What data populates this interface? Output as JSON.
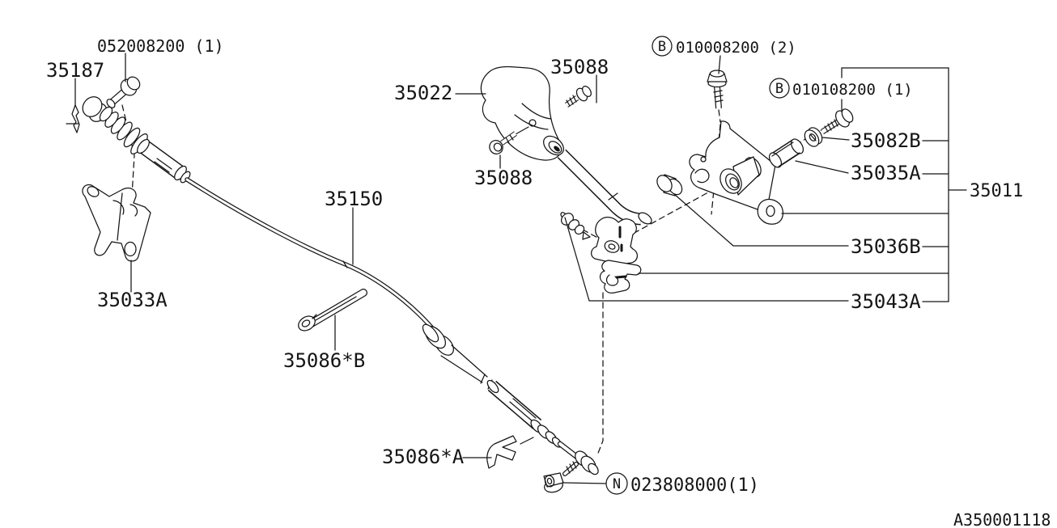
{
  "diagram": {
    "drawing_number": "A350001118",
    "labels": {
      "b052008200": "052008200 (1)",
      "p35187": "35187",
      "p35022": "35022",
      "p35088_top": "35088",
      "p35088_bottom": "35088",
      "p35150": "35150",
      "calloutB1_letter": "B",
      "b010008200": "010008200 (2)",
      "calloutB2_letter": "B",
      "b010108200": "010108200 (1)",
      "p35082B": "35082B",
      "p35035A": "35035A",
      "p35011": "35011",
      "p35036B": "35036B",
      "p35043A": "35043A",
      "p35033A": "35033A",
      "p35086B": "35086*B",
      "p35086A": "35086*A",
      "calloutN_letter": "N",
      "n023808000": "023808000(1)",
      "line_color": "#151515",
      "background_color": "#ffffff"
    }
  }
}
